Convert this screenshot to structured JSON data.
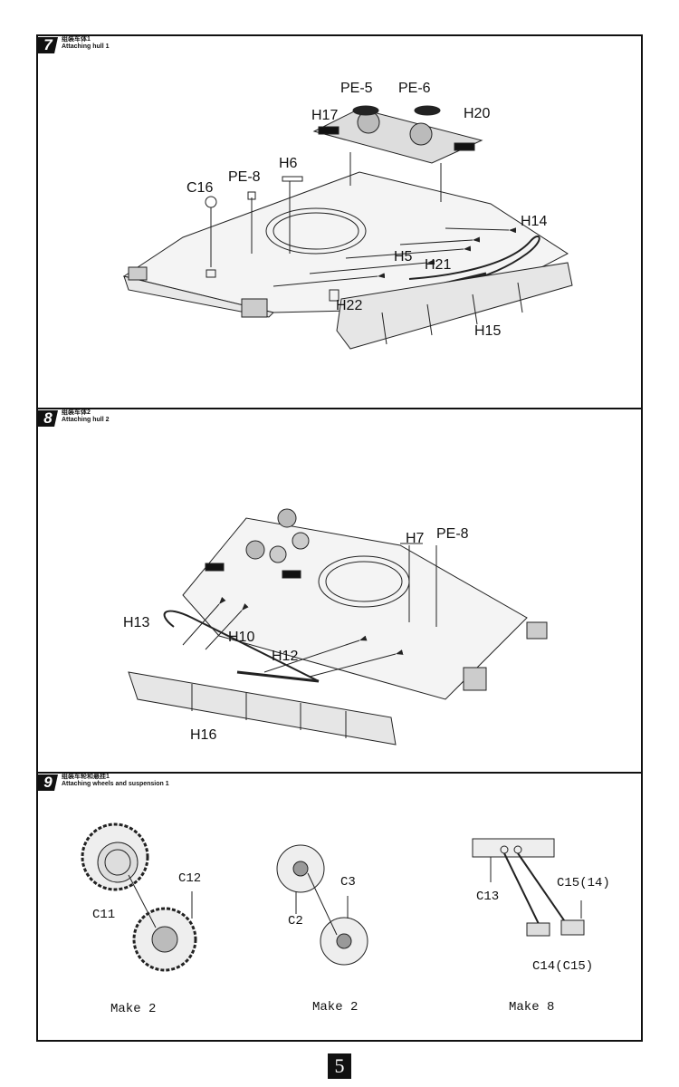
{
  "steps": [
    {
      "number": "7",
      "title_cn": "组装车体1",
      "title_en": "Attaching hull 1",
      "labels": [
        "PE-5",
        "PE-6",
        "H17",
        "H20",
        "H6",
        "C16",
        "PE-8",
        "H14",
        "H5",
        "H21",
        "H22",
        "H15"
      ]
    },
    {
      "number": "8",
      "title_cn": "组装车体2",
      "title_en": "Attaching hull 2",
      "labels": [
        "H7",
        "PE-8",
        "H13",
        "H10",
        "H12",
        "H16"
      ]
    },
    {
      "number": "9",
      "title_cn": "组装车轮和悬挂1",
      "title_en": "Attaching wheels and suspension 1",
      "labels": [
        "C12",
        "C11",
        "C3",
        "C2",
        "C13",
        "C15(14)",
        "C14(C15)"
      ],
      "make": [
        "Make 2",
        "Make 2",
        "Make 8"
      ]
    }
  ],
  "page_number": "5"
}
